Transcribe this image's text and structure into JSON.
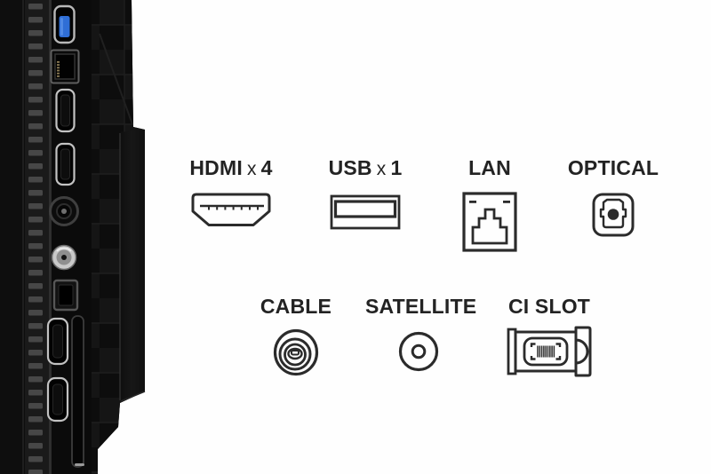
{
  "figure": {
    "description_icons": [
      "tv-side-panel-photo"
    ],
    "background_color": "#fefefe",
    "ink_color": "#2b2b2b",
    "usb_port_accent_color": "#2f6ed6"
  },
  "tv_panel": {
    "port_icons_top_to_bottom": [
      "usb-port",
      "ethernet-port",
      "hdmi-port",
      "hdmi-port",
      "cable-coax-port",
      "satellite-coax-port",
      "optical-audio-port",
      "hdmi-port",
      "hdmi-port",
      "ci-card-slot"
    ]
  },
  "legend": {
    "row1": [
      {
        "name": "HDMI",
        "times": "x",
        "count": "4",
        "icon": "hdmi-connector-icon"
      },
      {
        "name": "USB",
        "times": "x",
        "count": "1",
        "icon": "usb-connector-icon"
      },
      {
        "name": "LAN",
        "icon": "ethernet-jack-icon"
      },
      {
        "name": "OPTICAL",
        "icon": "optical-toslink-icon"
      }
    ],
    "row2": [
      {
        "name": "CABLE",
        "icon": "cable-coax-icon"
      },
      {
        "name": "SATELLITE",
        "icon": "satellite-coax-icon"
      },
      {
        "name": "CI SLOT",
        "icon": "ci-module-icon"
      }
    ]
  }
}
